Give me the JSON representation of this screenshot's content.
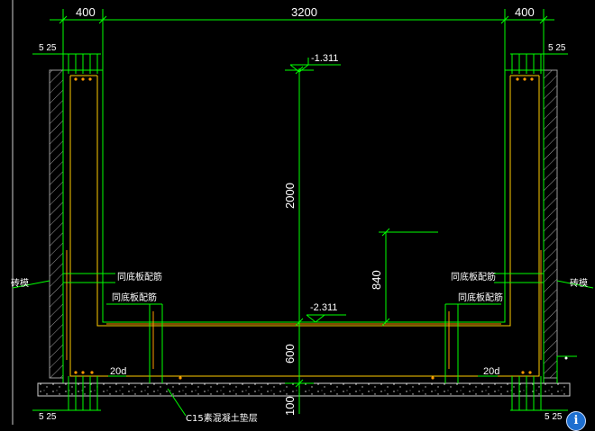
{
  "drawing": {
    "dims": {
      "left_wall": "400",
      "clear_span": "3200",
      "right_wall": "400",
      "wall_height": "2000",
      "bottom_height": "600",
      "pipe_height": "840",
      "slab": "100"
    },
    "levels": {
      "top": "-1.311",
      "bottom": "-2.311"
    },
    "rebar_marks": {
      "top_left": "5 25",
      "top_right": "5 25",
      "bottom_left": "5 25",
      "bottom_right": "5 25"
    },
    "labels": {
      "bond_left": "20d",
      "bond_right": "20d",
      "wall_left": "砖模",
      "wall_right": "砖模",
      "slab_bar_left_upper": "同底板配筋",
      "slab_bar_left_lower": "同底板配筋",
      "slab_bar_right_upper": "同底板配筋",
      "slab_bar_right_lower": "同底板配筋",
      "cushion": "C15素混凝土垫层"
    },
    "colors": {
      "background": "#000000",
      "green": "#00ff00",
      "white": "#ffffff",
      "yellow": "#ffff00",
      "orange": "#ff9900",
      "gray": "#7f7f7f"
    }
  },
  "overlay": {
    "info_icon": "i"
  }
}
